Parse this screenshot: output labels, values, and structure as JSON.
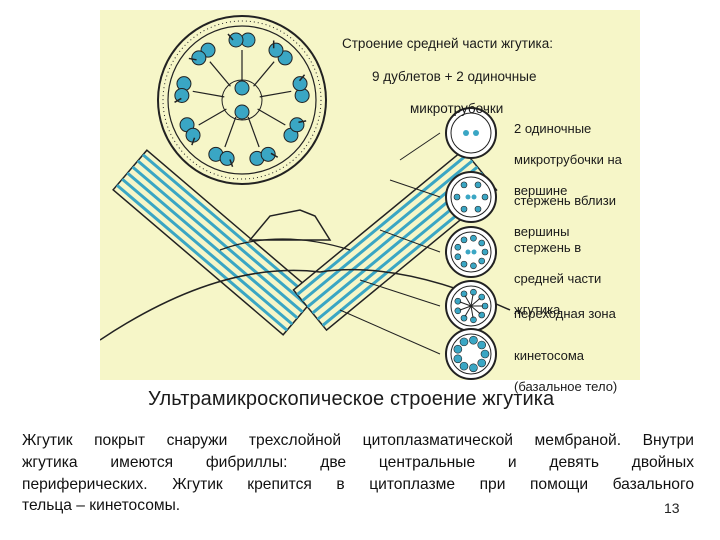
{
  "figure": {
    "title_lines": [
      "Строение средней части жгутика:",
      "9 дублетов + 2 одиночные",
      "микротрубочки"
    ],
    "labels": {
      "tip": [
        "2 одиночные",
        "микротрубочки на",
        "вершине"
      ],
      "near_tip": [
        "стержень вблизи",
        "вершины"
      ],
      "middle": [
        "стержень в",
        "средней части",
        "жгутика"
      ],
      "transition": [
        "переходная зона"
      ],
      "kinetosome": [
        "кинетосома",
        "(базальное тело)"
      ]
    },
    "colors": {
      "background": "#f6f6c8",
      "microtubule": "#3aa6c4",
      "outline": "#222222"
    }
  },
  "caption": "Ультрамикроскопическое строение жгутика",
  "body_lines": [
    "Жгутик покрыт снаружи трехслойной цитоплазматической мембраной. Внутри",
    "жгутика имеются фибриллы: две центральные и девять двойных",
    "периферических. Жгутик крепится в цитоплазме при помощи базального",
    "тельца – кинетосомы."
  ],
  "page_number": "13"
}
